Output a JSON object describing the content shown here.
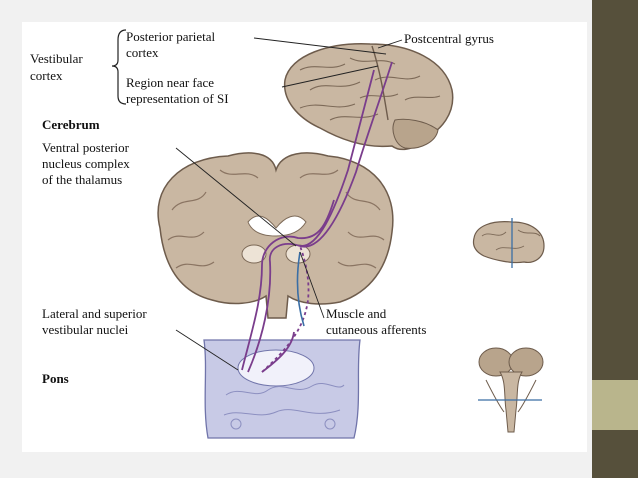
{
  "diagram": {
    "vestibular_cortex": [
      "Vestibular",
      "cortex"
    ],
    "posterior_parietal": [
      "Posterior parietal",
      "cortex"
    ],
    "region_near_face": [
      "Region near face",
      "representation of SI"
    ],
    "postcentral_gyrus": "Postcentral gyrus",
    "cerebrum": "Cerebrum",
    "ventral_posterior": [
      "Ventral posterior",
      "nucleus complex",
      "of the thalamus"
    ],
    "lateral_superior": [
      "Lateral and superior",
      "vestibular nuclei"
    ],
    "muscle_cutaneous": [
      "Muscle and",
      "cutaneous afferents"
    ],
    "pons": "Pons"
  },
  "colors": {
    "pathway": "#7a3d8c",
    "afferent": "#3a6ea5",
    "brain_tissue": "#c9b7a2",
    "sidebar_dark": "#56503b",
    "sidebar_accent": "#b9b58c"
  }
}
